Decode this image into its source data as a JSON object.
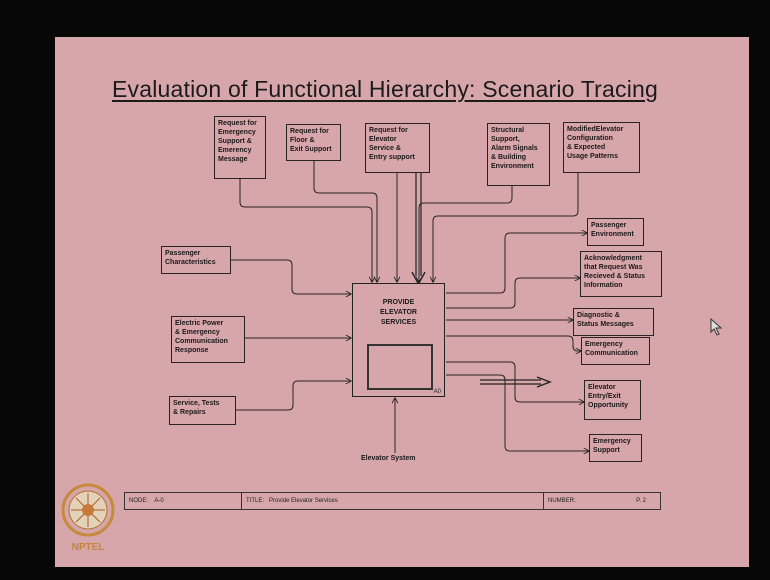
{
  "title": "Evaluation of Functional Hierarchy: Scenario Tracing",
  "controls": [
    {
      "id": "ctrl1",
      "label": "Request for\nEmergency\nSupport &\nEmerency\nMessage"
    },
    {
      "id": "ctrl2",
      "label": "Request for\nFloor &\nExit Support"
    },
    {
      "id": "ctrl3",
      "label": "Request for\nElevator\nService &\nEntry support"
    },
    {
      "id": "ctrl4",
      "label": "Structural\nSupport,\nAlarm Signals\n& Building\nEnvironment"
    },
    {
      "id": "ctrl5",
      "label": "ModifiedElevator\nConfiguration\n& Expected\nUsage Patterns"
    }
  ],
  "inputs": [
    {
      "id": "in1",
      "label": "Passenger\nCharacteristics"
    },
    {
      "id": "in2",
      "label": "Electric Power\n& Emergency\nCommunication\nResponse"
    },
    {
      "id": "in3",
      "label": "Service, Tests\n& Repairs"
    }
  ],
  "outputs": [
    {
      "id": "out1",
      "label": "Passenger\nEnvironment"
    },
    {
      "id": "out2",
      "label": "Acknowledgment\nthat Request Was\nRecieved & Status\nInformation"
    },
    {
      "id": "out3",
      "label": "Diagnostic &\nStatus Messages"
    },
    {
      "id": "out4",
      "label": "Emergency\nCommunication"
    },
    {
      "id": "out5",
      "label": "Elevator\nEntry/Exit\nOpportunity"
    },
    {
      "id": "out6",
      "label": "Emergency\nSupport"
    }
  ],
  "main_function": {
    "label": "PROVIDE\nELEVATOR\nSERVICES",
    "node_id": "A0"
  },
  "mechanism": {
    "label": "Elevator System"
  },
  "footer": {
    "node_label": "NODE:",
    "node_value": "A-0",
    "title_label": "TITLE:",
    "title_value": "Provide Elevator Services",
    "number_label": "NUMBER:",
    "number_value": "P. 2"
  },
  "logo": {
    "text": "NPTEL"
  }
}
